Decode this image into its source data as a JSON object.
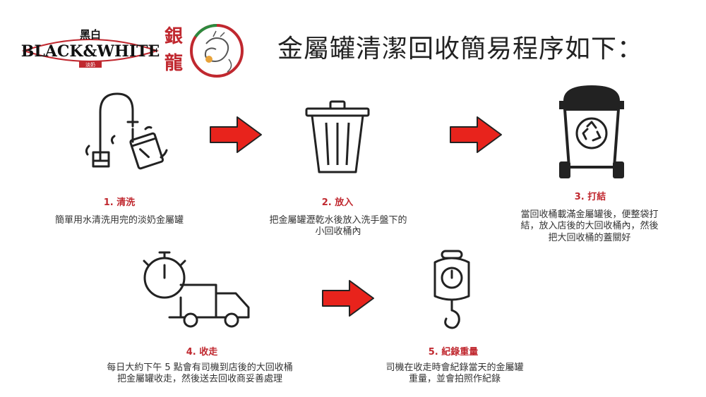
{
  "title": "金屬罐清潔回收簡易程序如下：",
  "logos": {
    "black_white": {
      "top": "黑白",
      "main": "BLACK&WHITE",
      "sub": "淡奶"
    },
    "dragon": {
      "chars": [
        "銀",
        "龍"
      ]
    }
  },
  "colors": {
    "accent_red": "#c0282f",
    "arrow_red": "#e8231c",
    "icon_dark": "#222222"
  },
  "steps": [
    {
      "icon": "faucet-can-icon",
      "title": "1.  清洗",
      "desc": [
        "簡單用水清洗用完的淡奶金屬罐"
      ]
    },
    {
      "icon": "trash-bin-icon",
      "title": "2.  放入",
      "desc": [
        "把金屬罐瀝乾水後放入洗手盤下的",
        "小回收桶內"
      ]
    },
    {
      "icon": "recycle-bin-icon",
      "title": "3.  打結",
      "desc": [
        "當回收桶載滿金屬罐後，便整袋打",
        "結，放入店後的大回收桶內，然後",
        "把大回收桶的蓋關好"
      ]
    },
    {
      "icon": "timer-truck-icon",
      "title": "4.  收走",
      "desc": [
        "每日大約下午 5 點會有司機到店後的大回收桶",
        "把金屬罐收走，然後送去回收商妥善處理"
      ]
    },
    {
      "icon": "weighing-scale-icon",
      "title": "5.  紀錄重量",
      "desc": [
        "司機在收走時會紀錄當天的金屬罐",
        "重量，並會拍照作紀錄"
      ]
    }
  ]
}
